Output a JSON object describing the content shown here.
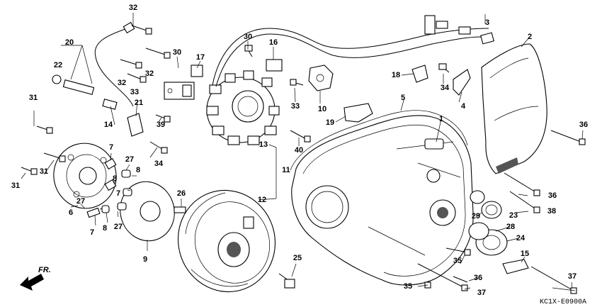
{
  "diagram_code": "KC1X-E0900A",
  "direction_label": "FR.",
  "callouts": [
    {
      "id": "c1",
      "text": "1"
    },
    {
      "id": "c2",
      "text": "2"
    },
    {
      "id": "c3",
      "text": "3"
    },
    {
      "id": "c4",
      "text": "4"
    },
    {
      "id": "c5",
      "text": "5"
    },
    {
      "id": "c6",
      "text": "6"
    },
    {
      "id": "c7a",
      "text": "7"
    },
    {
      "id": "c7b",
      "text": "7"
    },
    {
      "id": "c7c",
      "text": "7"
    },
    {
      "id": "c8a",
      "text": "8"
    },
    {
      "id": "c8b",
      "text": "8"
    },
    {
      "id": "c8c",
      "text": "8"
    },
    {
      "id": "c9",
      "text": "9"
    },
    {
      "id": "c10",
      "text": "10"
    },
    {
      "id": "c11",
      "text": "11"
    },
    {
      "id": "c12",
      "text": "12"
    },
    {
      "id": "c13",
      "text": "13"
    },
    {
      "id": "c14",
      "text": "14"
    },
    {
      "id": "c15",
      "text": "15"
    },
    {
      "id": "c16",
      "text": "16"
    },
    {
      "id": "c17",
      "text": "17"
    },
    {
      "id": "c18",
      "text": "18"
    },
    {
      "id": "c19",
      "text": "19"
    },
    {
      "id": "c20",
      "text": "20"
    },
    {
      "id": "c21",
      "text": "21"
    },
    {
      "id": "c22",
      "text": "22"
    },
    {
      "id": "c23",
      "text": "23"
    },
    {
      "id": "c24",
      "text": "24"
    },
    {
      "id": "c25",
      "text": "25"
    },
    {
      "id": "c26",
      "text": "26"
    },
    {
      "id": "c27a",
      "text": "27"
    },
    {
      "id": "c27b",
      "text": "27"
    },
    {
      "id": "c27c",
      "text": "27"
    },
    {
      "id": "c28",
      "text": "28"
    },
    {
      "id": "c29",
      "text": "29"
    },
    {
      "id": "c30a",
      "text": "30"
    },
    {
      "id": "c30b",
      "text": "30"
    },
    {
      "id": "c31a",
      "text": "31"
    },
    {
      "id": "c31b",
      "text": "31"
    },
    {
      "id": "c31c",
      "text": "31"
    },
    {
      "id": "c32a",
      "text": "32"
    },
    {
      "id": "c32b",
      "text": "32"
    },
    {
      "id": "c32c",
      "text": "32"
    },
    {
      "id": "c33a",
      "text": "33"
    },
    {
      "id": "c33b",
      "text": "33"
    },
    {
      "id": "c34a",
      "text": "34"
    },
    {
      "id": "c34b",
      "text": "34"
    },
    {
      "id": "c35a",
      "text": "35"
    },
    {
      "id": "c35b",
      "text": "35"
    },
    {
      "id": "c36a",
      "text": "36"
    },
    {
      "id": "c36b",
      "text": "36"
    },
    {
      "id": "c36c",
      "text": "36"
    },
    {
      "id": "c37a",
      "text": "37"
    },
    {
      "id": "c37b",
      "text": "37"
    },
    {
      "id": "c38",
      "text": "38"
    },
    {
      "id": "c39",
      "text": "39"
    },
    {
      "id": "c40",
      "text": "40"
    }
  ]
}
